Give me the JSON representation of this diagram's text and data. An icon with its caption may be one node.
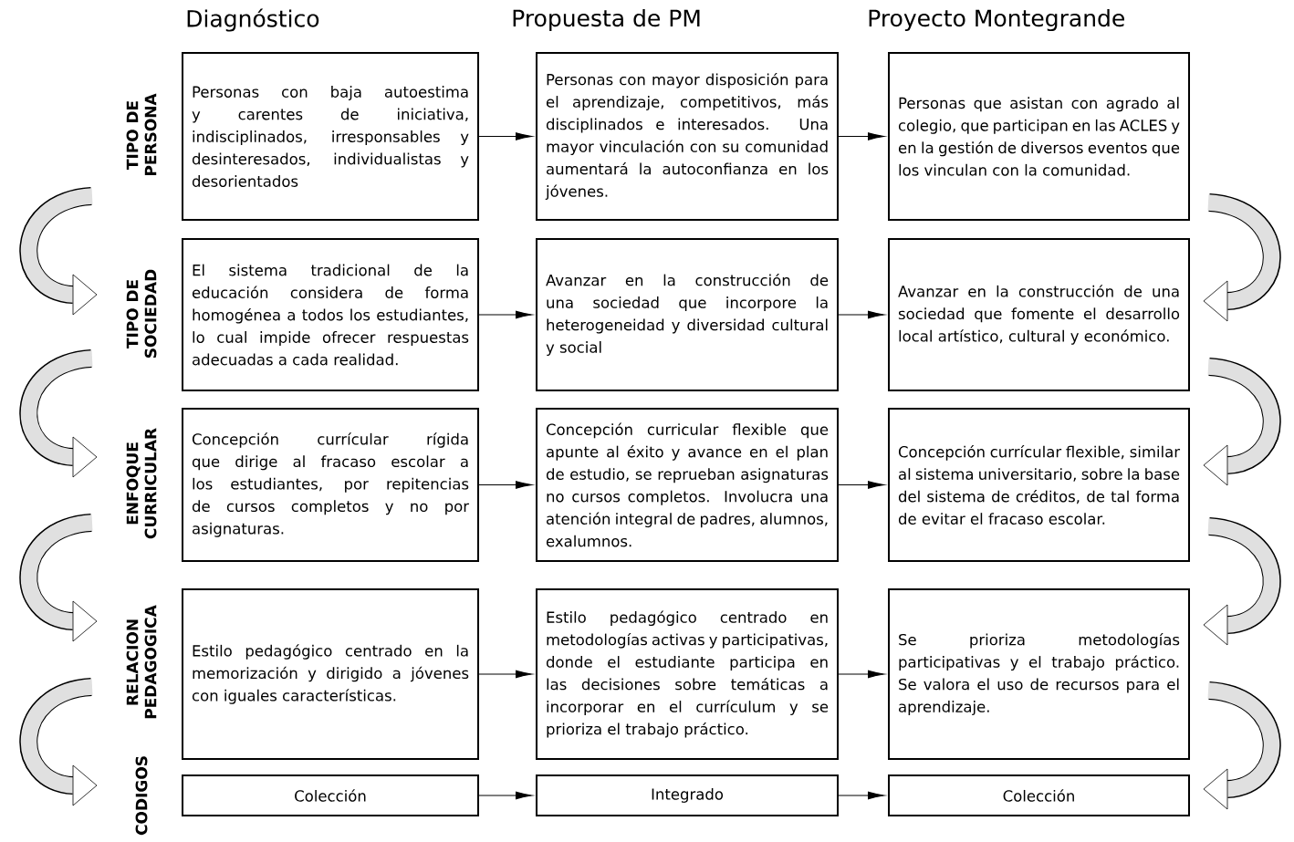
{
  "diagram": {
    "nodes": [
      {
        "text": [
          "Personas con baja autoestima y carentes de iniciativa, indisciplinados, irresponsables y desinteresados, individualistas y desorientados"
        ]
      },
      {
        "text": [
          "Personas con mayor disposición para el aprendizaje, competitivos, más disciplinados e interesados. Una mayor vinculación con su comunidad aumentará la autoconfianza en los jóvenes."
        ]
      },
      {
        "text": [
          "Personas que asistan con agrado al colegio, que participan en las ACLES y en la gestión de diversos eventos que los vinculan con la comunidad."
        ]
      },
      {
        "text": [
          "El sistema tradicional de la educación considera de forma homogénea a todos los estudiantes, lo cual impide ofrecer respuestas adecuadas a cada realidad."
        ]
      },
      {
        "text": [
          "Avanzar en la construcción de una sociedad que incorpore la heterogeneidad y diversidad cultural y social"
        ]
      },
      {
        "text": [
          "Avanzar en la construcción de una sociedad que fomente el desarrollo local artístico, cultural y económico."
        ]
      },
      {
        "text": [
          "Concepción currícular rígida que dirige al fracaso escolar a los estudiantes, por repitencias de cursos completos y no por asignaturas."
        ]
      },
      {
        "text": [
          "Concepción curricular flexible que apunte al éxito y avance en el plan de estudio, se reprueban asignaturas no cursos completos. Involucra una atención integral de padres, alumnos, exalumnos."
        ]
      },
      {
        "text": [
          "Concepción currícular flexible, similar al sistema universitario, sobre la base del sistema de créditos, de tal forma de evitar el fracaso escolar."
        ]
      },
      {
        "text": [
          "Estilo pedagógico centrado en la memorización y dirigido a jóvenes con iguales características."
        ]
      },
      {
        "text": [
          "Estilo pedagógico centrado en metodologías activas y participativas, donde el estudiante participa en las decisiones sobre temáticas a incorporar en el currículum y se prioriza el trabajo práctico."
        ]
      },
      {
        "text": [
          "Se prioriza metodologías participativas y el trabajo práctico. Se valora el uso de recursos para el aprendizaje."
        ]
      },
      {
        "text": [
          "Colección"
        ]
      },
      {
        "text": [
          "Integrado"
        ]
      },
      {
        "text": [
          "Colección"
        ]
      }
    ],
    "edges": [
      {
        "from": 0,
        "to": 1,
        "arrow": "to"
      },
      {
        "from": 1,
        "to": 2,
        "arrow": "to"
      },
      {
        "from": 3,
        "to": 4,
        "arrow": "to"
      },
      {
        "from": 4,
        "to": 5,
        "arrow": "to"
      },
      {
        "from": 6,
        "to": 7,
        "arrow": "to"
      },
      {
        "from": 7,
        "to": 8,
        "arrow": "to"
      },
      {
        "from": 9,
        "to": 10,
        "arrow": "to"
      },
      {
        "from": 10,
        "to": 11,
        "arrow": "to"
      },
      {
        "from": 12,
        "to": 13,
        "arrow": "to"
      },
      {
        "from": 13,
        "to": 14,
        "arrow": "to"
      }
    ],
    "labels": [
      "Diagnóstico",
      "Propuesta de PM",
      "Proyecto Montegrande",
      "TIPO DE PERSONA",
      "TIPO DE SOCIEDAD",
      "ENFOQUE CURRICULAR",
      "RELACION PEDAGOGICA",
      "CODIGOS"
    ]
  }
}
